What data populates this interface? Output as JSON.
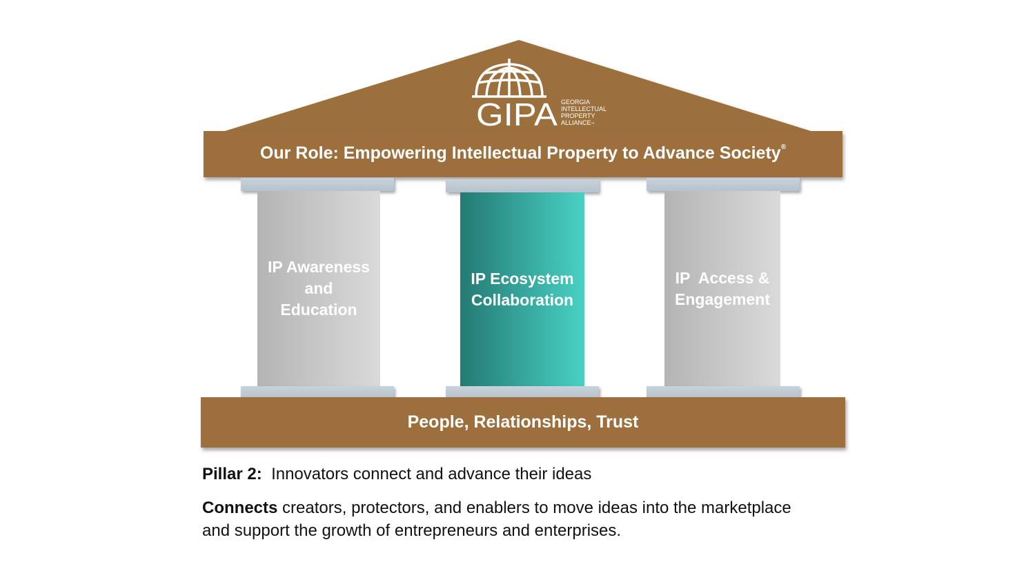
{
  "logo": {
    "letters": "GIPA",
    "lines": [
      "GEORGIA",
      "INTELLECTUAL",
      "PROPERTY",
      "ALLIANCE"
    ],
    "mark": "™"
  },
  "roof_beam": {
    "text": "Our Role: Empowering Intellectual Property to Advance Society",
    "mark": "®"
  },
  "pillars": [
    {
      "label": "IP Awareness and Education",
      "style": "grey"
    },
    {
      "label": "IP Ecosystem Collaboration",
      "style": "teal"
    },
    {
      "label": "IP  Access & Engagement",
      "style": "grey"
    }
  ],
  "base_beam": {
    "text": "People, Relationships, Trust"
  },
  "caption": {
    "pillar_label": "Pillar 2:",
    "pillar_text": "Innovators connect and advance their ideas",
    "connects_label": "Connects",
    "connects_text": "creators, protectors, and enablers to move ideas into the marketplace and support the growth of entrepreneurs and enterprises."
  },
  "colors": {
    "wood": "#9c6f3c",
    "teal_dark": "#237a73",
    "teal_light": "#49d1c4",
    "grey_dark": "#b4b4b4",
    "grey_light": "#dadada",
    "cap": "#c0cbd4"
  }
}
